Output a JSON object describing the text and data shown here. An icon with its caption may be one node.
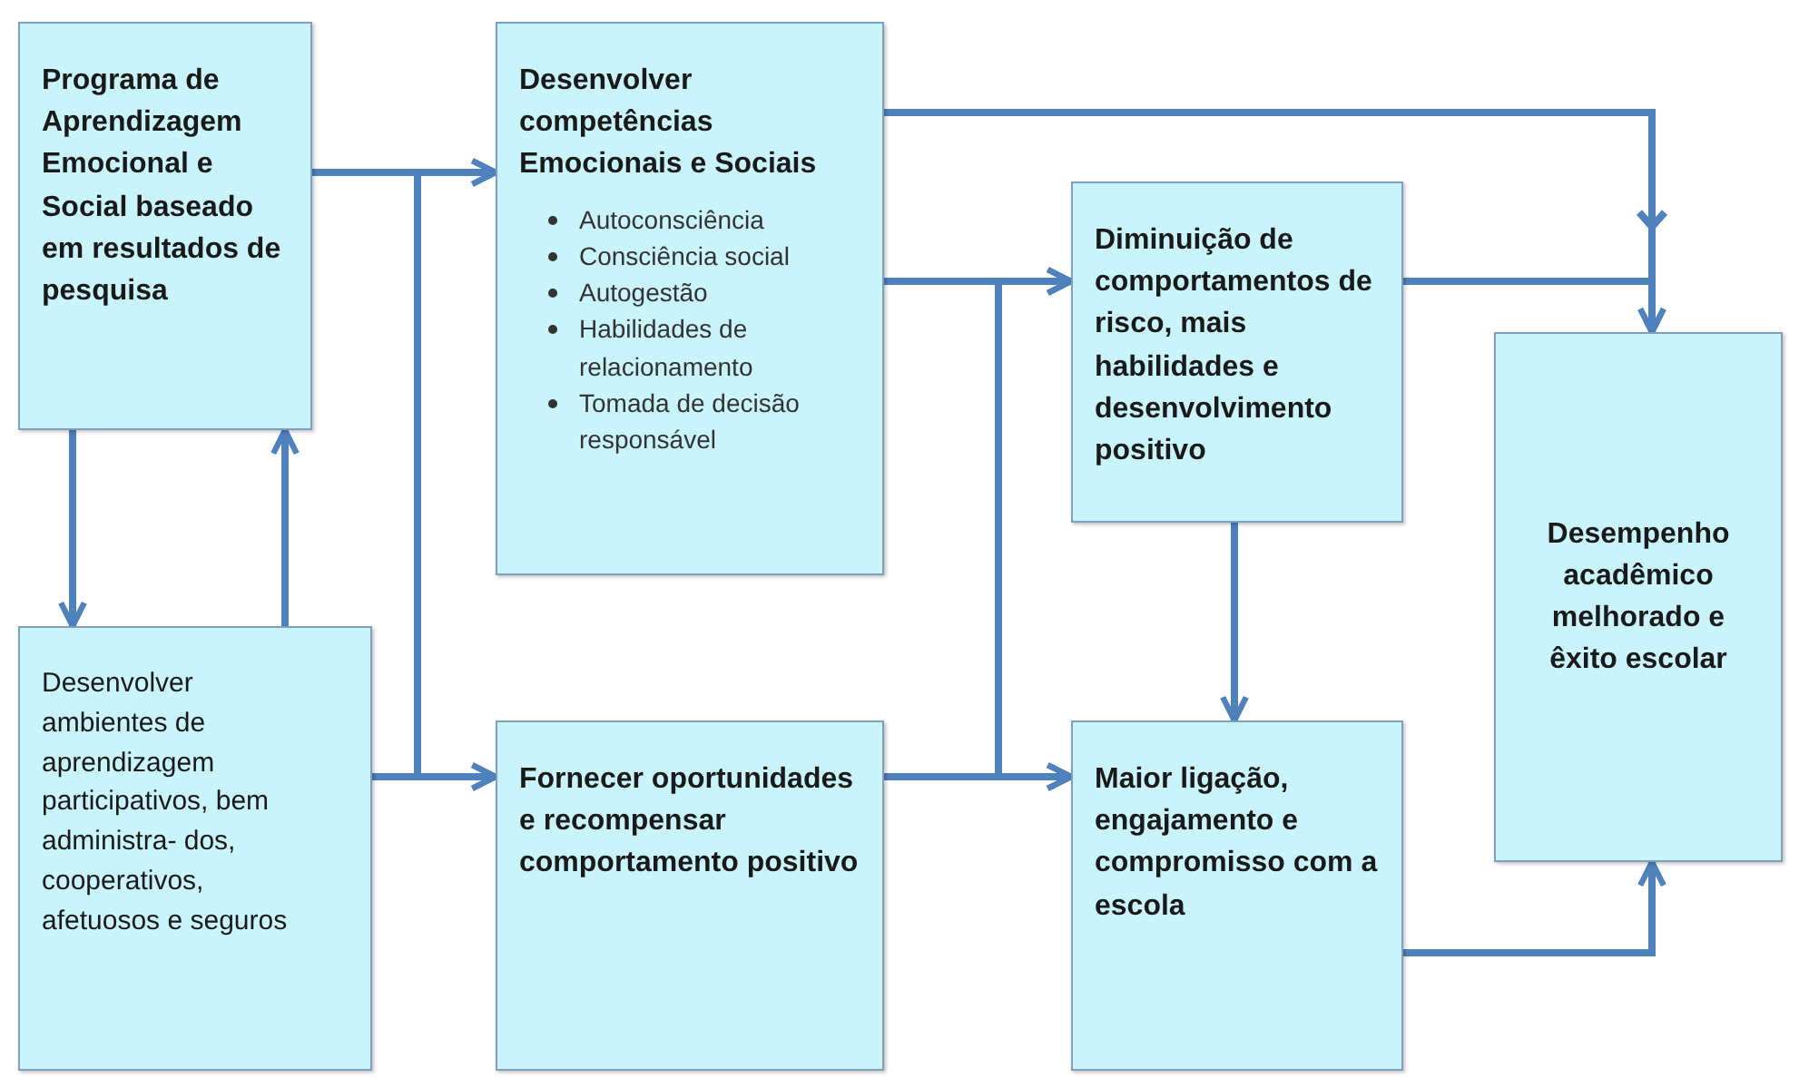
{
  "diagram": {
    "nodes": [
      {
        "text": [
          "Programa de Aprendizagem Emocional e Social baseado em resultados de pesquisa"
        ]
      },
      {
        "text": [
          "Desenvolver ambientes de aprendizagem participativos, bem administra- dos, cooperativos, afetuosos e seguros"
        ]
      },
      {
        "text": [
          "Desenvolver competências Emocionais e Sociais",
          "Autoconsciência",
          "Consciência social",
          "Autogestão",
          "Habilidades de relacionamento",
          "Tomada de decisão responsável"
        ]
      },
      {
        "text": [
          "Fornecer oportunidades e recompensar comportamento positivo"
        ]
      },
      {
        "text": [
          "Diminuição de comportamentos de risco, mais habilidades e desenvolvimento positivo"
        ]
      },
      {
        "text": [
          "Maior ligação, engajamento e compromisso com a escola"
        ]
      },
      {
        "text": [
          "Desempenho acadêmico melhorado e êxito escolar"
        ]
      }
    ],
    "edges": [
      {
        "from": 0,
        "to": 1,
        "arrow": "to"
      },
      {
        "from": 1,
        "to": 0,
        "arrow": "to"
      },
      {
        "from": 0,
        "to": 2,
        "arrow": "to"
      },
      {
        "from": 0,
        "to": 3,
        "arrow": "to"
      },
      {
        "from": 1,
        "to": 2,
        "arrow": "to"
      },
      {
        "from": 1,
        "to": 3,
        "arrow": "to"
      },
      {
        "from": 2,
        "to": 4,
        "arrow": "to"
      },
      {
        "from": 2,
        "to": 5,
        "arrow": "to"
      },
      {
        "from": 3,
        "to": 4,
        "arrow": "to"
      },
      {
        "from": 3,
        "to": 5,
        "arrow": "to"
      },
      {
        "from": 2,
        "to": 6,
        "arrow": "to"
      },
      {
        "from": 4,
        "to": 6,
        "arrow": "to"
      },
      {
        "from": 4,
        "to": 5,
        "arrow": "to"
      },
      {
        "from": 5,
        "to": 6,
        "arrow": "to"
      }
    ]
  }
}
